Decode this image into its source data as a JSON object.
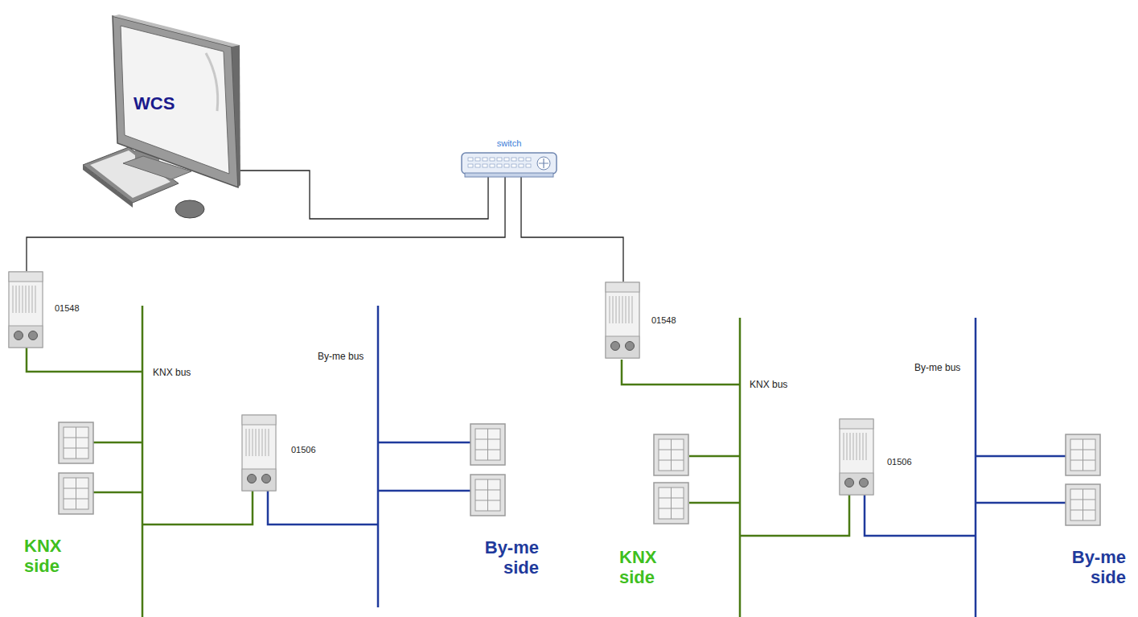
{
  "diagram": {
    "nodes": [
      {
        "text": [
          "WCS"
        ]
      },
      {
        "text": [
          "switch"
        ]
      },
      {
        "text": [
          "01548"
        ]
      },
      {
        "text": [
          "01506"
        ]
      },
      {
        "text": [
          "01548"
        ]
      },
      {
        "text": [
          "01506"
        ]
      }
    ],
    "edges": [
      {
        "from": 0,
        "to": 1,
        "arrow": "none"
      },
      {
        "from": 1,
        "to": 2,
        "arrow": "none"
      },
      {
        "from": 1,
        "to": 4,
        "arrow": "none"
      }
    ],
    "labels": [
      "KNX bus",
      "By-me bus",
      "KNX side",
      "By-me side",
      "KNX bus",
      "By-me bus",
      "KNX side",
      "By-me side"
    ]
  }
}
